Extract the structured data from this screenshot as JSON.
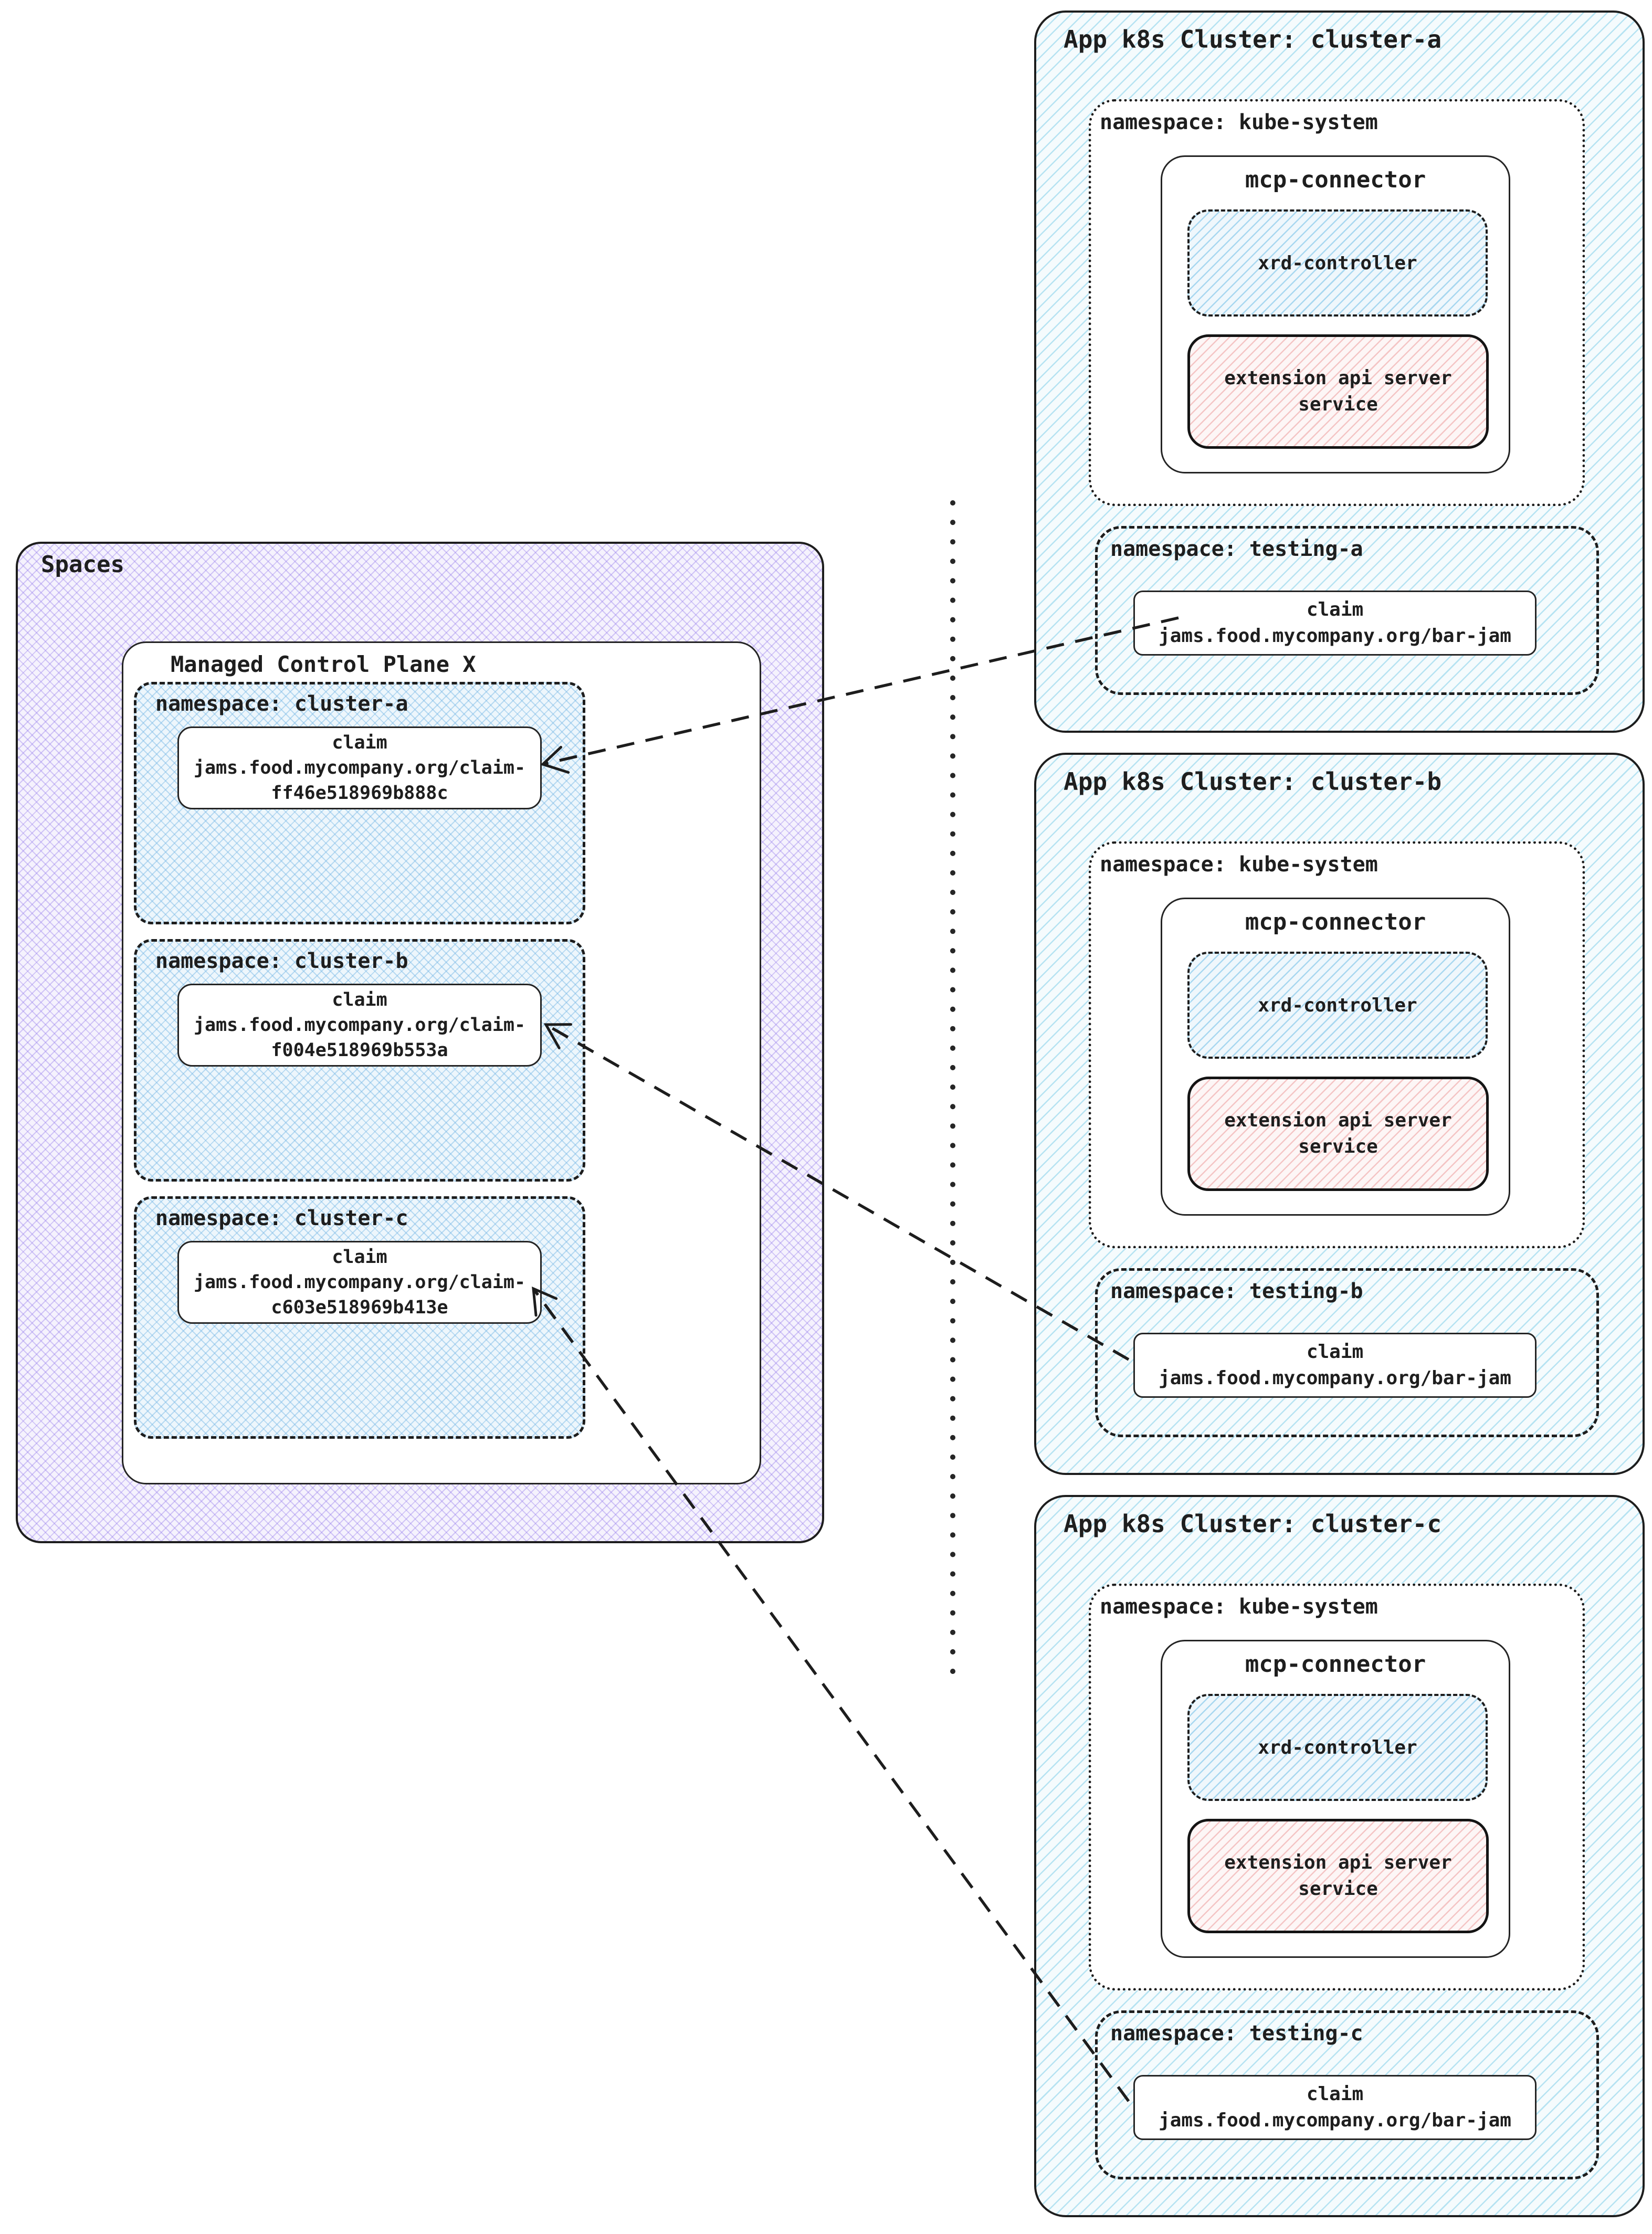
{
  "spaces": {
    "label": "Spaces",
    "control_plane": {
      "label": "Managed Control Plane X",
      "namespaces": [
        {
          "label": "namespace: cluster-a",
          "claim_title": "claim",
          "claim_line1": "jams.food.mycompany.org/claim-",
          "claim_line2": "ff46e518969b888c"
        },
        {
          "label": "namespace: cluster-b",
          "claim_title": "claim",
          "claim_line1": "jams.food.mycompany.org/claim-",
          "claim_line2": "f004e518969b553a"
        },
        {
          "label": "namespace: cluster-c",
          "claim_title": "claim",
          "claim_line1": "jams.food.mycompany.org/claim-",
          "claim_line2": "c603e518969b413e"
        }
      ]
    }
  },
  "clusters": [
    {
      "title": "App k8s Cluster: cluster-a",
      "kube_namespace": {
        "label": "namespace: kube-system",
        "connector": {
          "label": "mcp-connector",
          "xrd_label": "xrd-controller",
          "ext_api_line1": "extension api server",
          "ext_api_line2": "service"
        }
      },
      "testing_namespace": {
        "label": "namespace: testing-a",
        "claim_title": "claim",
        "claim_value": "jams.food.mycompany.org/bar-jam"
      }
    },
    {
      "title": "App k8s Cluster: cluster-b",
      "kube_namespace": {
        "label": "namespace: kube-system",
        "connector": {
          "label": "mcp-connector",
          "xrd_label": "xrd-controller",
          "ext_api_line1": "extension api server",
          "ext_api_line2": "service"
        }
      },
      "testing_namespace": {
        "label": "namespace: testing-b",
        "claim_title": "claim",
        "claim_value": "jams.food.mycompany.org/bar-jam"
      }
    },
    {
      "title": "App k8s Cluster: cluster-c",
      "kube_namespace": {
        "label": "namespace: kube-system",
        "connector": {
          "label": "mcp-connector",
          "xrd_label": "xrd-controller",
          "ext_api_line1": "extension api server",
          "ext_api_line2": "service"
        }
      },
      "testing_namespace": {
        "label": "namespace: testing-c",
        "claim_title": "claim",
        "claim_value": "jams.food.mycompany.org/bar-jam"
      }
    }
  ],
  "colors": {
    "ink": "#1d1d1d",
    "cluster_hatch": "#78cbe8",
    "spaces_hatch": "#937aeb",
    "namespace_hatch": "#74b6e5",
    "ext_api_hatch": "#ec9494"
  }
}
